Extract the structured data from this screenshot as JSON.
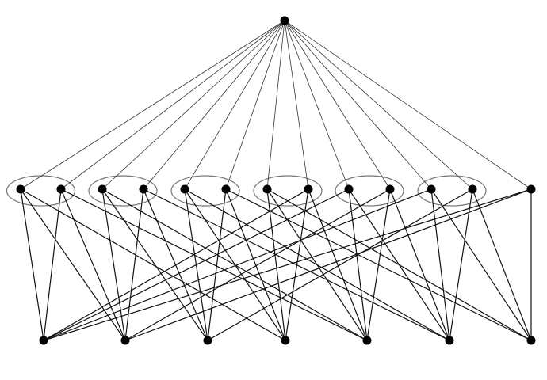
{
  "diagram": {
    "type": "layered-graph",
    "colors": {
      "node": "#000000",
      "edge": "#111111",
      "top_edge": "#333333",
      "group_ellipse": "#777777",
      "background": "#ffffff"
    },
    "layers": {
      "top": [
        "t0"
      ],
      "middle": [
        "m0",
        "m1",
        "m2",
        "m3",
        "m4",
        "m5",
        "m6",
        "m7",
        "m8",
        "m9",
        "m10",
        "m11",
        "m12"
      ],
      "bottom": [
        "b0",
        "b1",
        "b2",
        "b3",
        "b4",
        "b5",
        "b6"
      ]
    },
    "groups": [
      [
        "m0",
        "m1"
      ],
      [
        "m2",
        "m3"
      ],
      [
        "m4",
        "m5"
      ],
      [
        "m6",
        "m7"
      ],
      [
        "m8",
        "m9"
      ],
      [
        "m10",
        "m11"
      ]
    ],
    "edges": [
      [
        "t0",
        "m0"
      ],
      [
        "t0",
        "m1"
      ],
      [
        "t0",
        "m2"
      ],
      [
        "t0",
        "m3"
      ],
      [
        "t0",
        "m4"
      ],
      [
        "t0",
        "m5"
      ],
      [
        "t0",
        "m6"
      ],
      [
        "t0",
        "m7"
      ],
      [
        "t0",
        "m8"
      ],
      [
        "t0",
        "m9"
      ],
      [
        "t0",
        "m10"
      ],
      [
        "t0",
        "m11"
      ],
      [
        "t0",
        "m12"
      ],
      [
        "m0",
        "b0"
      ],
      [
        "m0",
        "b1"
      ],
      [
        "m0",
        "b3"
      ],
      [
        "m1",
        "b0"
      ],
      [
        "m1",
        "b1"
      ],
      [
        "m1",
        "b4"
      ],
      [
        "m2",
        "b1"
      ],
      [
        "m2",
        "b2"
      ],
      [
        "m2",
        "b4"
      ],
      [
        "m3",
        "b1"
      ],
      [
        "m3",
        "b2"
      ],
      [
        "m3",
        "b5"
      ],
      [
        "m4",
        "b2"
      ],
      [
        "m4",
        "b3"
      ],
      [
        "m4",
        "b5"
      ],
      [
        "m5",
        "b2"
      ],
      [
        "m5",
        "b3"
      ],
      [
        "m5",
        "b6"
      ],
      [
        "m6",
        "b3"
      ],
      [
        "m6",
        "b4"
      ],
      [
        "m6",
        "b6"
      ],
      [
        "m7",
        "b3"
      ],
      [
        "m7",
        "b4"
      ],
      [
        "m7",
        "b0"
      ],
      [
        "m8",
        "b4"
      ],
      [
        "m8",
        "b5"
      ],
      [
        "m8",
        "b0"
      ],
      [
        "m9",
        "b4"
      ],
      [
        "m9",
        "b5"
      ],
      [
        "m9",
        "b1"
      ],
      [
        "m10",
        "b5"
      ],
      [
        "m10",
        "b6"
      ],
      [
        "m10",
        "b0"
      ],
      [
        "m11",
        "b5"
      ],
      [
        "m11",
        "b6"
      ],
      [
        "m11",
        "b2"
      ],
      [
        "m12",
        "b6"
      ],
      [
        "m12",
        "b0"
      ],
      [
        "m12",
        "b1"
      ]
    ]
  }
}
